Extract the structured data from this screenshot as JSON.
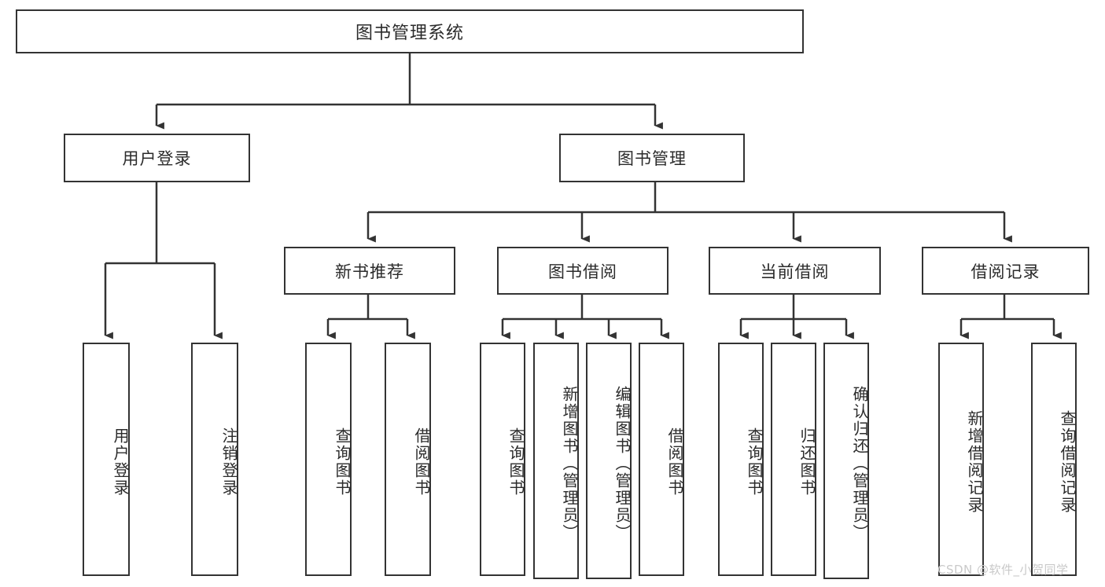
{
  "diagram": {
    "title": "图书管理系统",
    "type": "function-structure-tree",
    "watermark": "CSDN @软件_小贺同学",
    "colors": {
      "stroke": "#333333",
      "box_fill": "#ffffff",
      "text": "#2b2b2b",
      "watermark": "#c9c9c9",
      "background": "#ffffff"
    },
    "levels": {
      "level1": "图书管理系统",
      "level2": [
        "用户登录",
        "图书管理"
      ],
      "level3": [
        "新书推荐",
        "图书借阅",
        "当前借阅",
        "借阅记录"
      ]
    },
    "nodes": {
      "root": {
        "label": "图书管理系统"
      },
      "user_login": {
        "label": "用户登录"
      },
      "book_manage": {
        "label": "图书管理"
      },
      "new_book_rec": {
        "label": "新书推荐"
      },
      "book_borrow": {
        "label": "图书借阅"
      },
      "current_borrow": {
        "label": "当前借阅"
      },
      "borrow_record": {
        "label": "借阅记录"
      },
      "leaf_user_login": {
        "label": "用户登录"
      },
      "leaf_logout": {
        "label": "注销登录"
      },
      "leaf_query_book_1": {
        "label": "查询图书"
      },
      "leaf_borrow_book_1": {
        "label": "借阅图书"
      },
      "leaf_query_book_2": {
        "label": "查询图书"
      },
      "leaf_add_book_admin": {
        "label": "新增图书（管理员）"
      },
      "leaf_edit_book_admin": {
        "label": "编辑图书（管理员）"
      },
      "leaf_borrow_book_2": {
        "label": "借阅图书"
      },
      "leaf_query_book_3": {
        "label": "查询图书"
      },
      "leaf_return_book": {
        "label": "归还图书"
      },
      "leaf_confirm_return_admin": {
        "label": "确认归还（管理员）"
      },
      "leaf_add_record": {
        "label": "新增借阅记录"
      },
      "leaf_query_record": {
        "label": "查询借阅记录"
      }
    },
    "edges": [
      {
        "from": "图书管理系统",
        "to": "用户登录"
      },
      {
        "from": "图书管理系统",
        "to": "图书管理"
      },
      {
        "from": "用户登录",
        "to": "用户登录"
      },
      {
        "from": "用户登录",
        "to": "注销登录"
      },
      {
        "from": "图书管理",
        "to": "新书推荐"
      },
      {
        "from": "图书管理",
        "to": "图书借阅"
      },
      {
        "from": "图书管理",
        "to": "当前借阅"
      },
      {
        "from": "图书管理",
        "to": "借阅记录"
      },
      {
        "from": "新书推荐",
        "to": "查询图书"
      },
      {
        "from": "新书推荐",
        "to": "借阅图书"
      },
      {
        "from": "图书借阅",
        "to": "查询图书"
      },
      {
        "from": "图书借阅",
        "to": "新增图书（管理员）"
      },
      {
        "from": "图书借阅",
        "to": "编辑图书（管理员）"
      },
      {
        "from": "图书借阅",
        "to": "借阅图书"
      },
      {
        "from": "当前借阅",
        "to": "查询图书"
      },
      {
        "from": "当前借阅",
        "to": "归还图书"
      },
      {
        "from": "当前借阅",
        "to": "确认归还（管理员）"
      },
      {
        "from": "借阅记录",
        "to": "新增借阅记录"
      },
      {
        "from": "借阅记录",
        "to": "查询借阅记录"
      }
    ]
  }
}
